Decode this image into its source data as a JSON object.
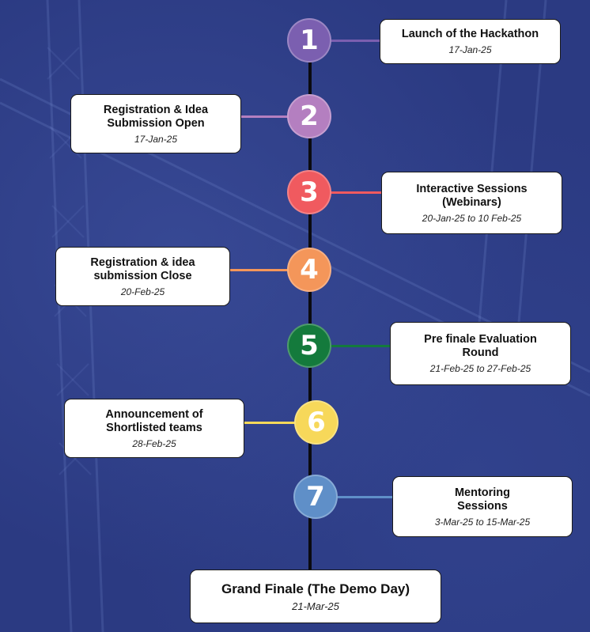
{
  "milestones": [
    {
      "number": "1",
      "title": "Launch of the Hackathon",
      "date": "17-Jan-25",
      "color": "#7b5fb0"
    },
    {
      "number": "2",
      "title": "Registration & Idea\nSubmission Open",
      "date": "17-Jan-25",
      "color": "#b47fc0"
    },
    {
      "number": "3",
      "title": "Interactive Sessions\n(Webinars)",
      "date": "20-Jan-25 to 10 Feb-25",
      "color": "#f05a5f"
    },
    {
      "number": "4",
      "title": "Registration & idea\nsubmission Close",
      "date": "20-Feb-25",
      "color": "#f4965a"
    },
    {
      "number": "5",
      "title": "Pre finale Evaluation\nRound",
      "date": "21-Feb-25 to 27-Feb-25",
      "color": "#147a3c"
    },
    {
      "number": "6",
      "title": "Announcement of\nShortlisted teams",
      "date": "28-Feb-25",
      "color": "#f7d85a"
    },
    {
      "number": "7",
      "title": "Mentoring\nSessions",
      "date": "3-Mar-25 to 15-Mar-25",
      "color": "#5f8fc8"
    }
  ],
  "finale": {
    "title": "Grand Finale (The Demo Day)",
    "date": "21-Mar-25"
  }
}
